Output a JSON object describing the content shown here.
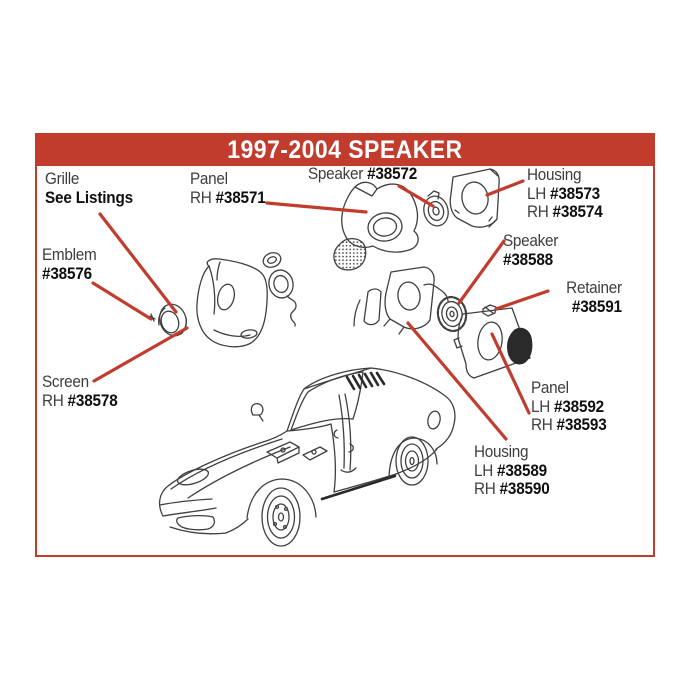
{
  "title": "1997-2004 SPEAKER",
  "colors": {
    "accent_red": "#c23c2e",
    "ink": "#3e3e3e",
    "number_ink": "#0f0f0f"
  },
  "labels": {
    "grille": {
      "name": "Grille",
      "value": "See Listings"
    },
    "panel_rh": {
      "name": "Panel",
      "prefix": "RH ",
      "number": "#38571"
    },
    "speaker_38572": {
      "prefix": "Speaker ",
      "number": "#38572"
    },
    "housing_top": {
      "name": "Housing",
      "lh_prefix": "LH ",
      "lh_number": "#38573",
      "rh_prefix": "RH ",
      "rh_number": "#38574"
    },
    "emblem": {
      "name": "Emblem",
      "number": "#38576"
    },
    "speaker_38588": {
      "name": "Speaker",
      "number": "#38588"
    },
    "retainer": {
      "name": "Retainer",
      "number": "#38591"
    },
    "screen": {
      "name": "Screen",
      "prefix": "RH ",
      "number": "#38578"
    },
    "panel_lh_rh": {
      "name": "Panel",
      "lh_prefix": "LH ",
      "lh_number": "#38592",
      "rh_prefix": "RH ",
      "rh_number": "#38593"
    },
    "housing_bottom": {
      "name": "Housing",
      "lh_prefix": "LH ",
      "lh_number": "#38589",
      "rh_prefix": "RH ",
      "rh_number": "#38590"
    }
  }
}
